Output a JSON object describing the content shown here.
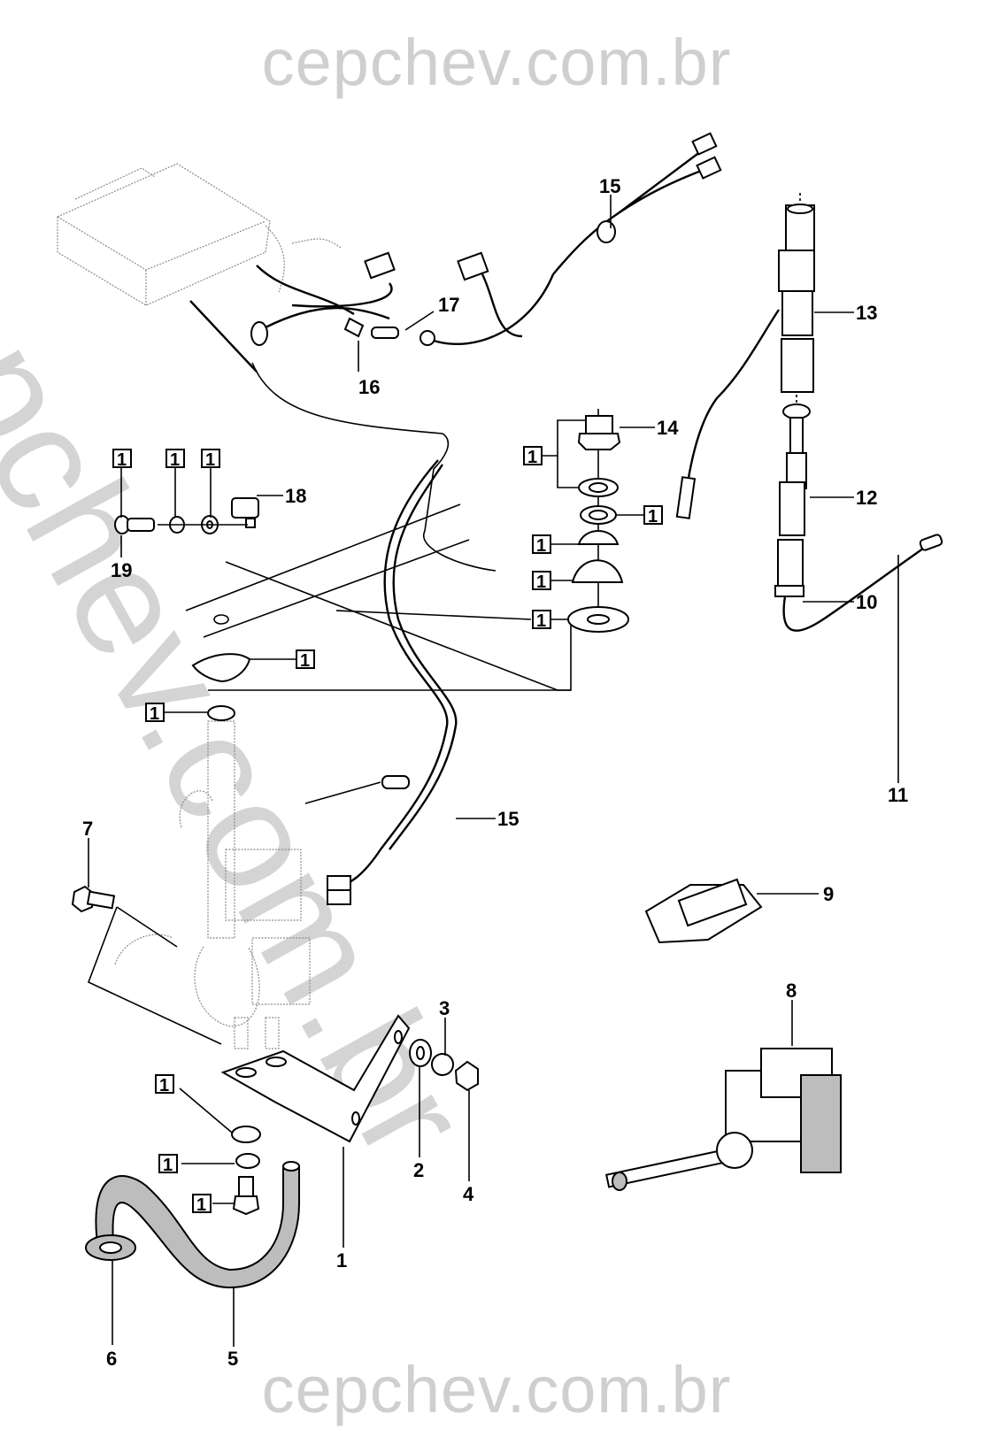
{
  "watermark": {
    "top": "cepchev.com.br",
    "bottom": "cepchev.com.br",
    "diagonal": "cepchev.com.br"
  },
  "diagram": {
    "type": "exploded parts diagram",
    "reference_box_label": "1",
    "callouts": {
      "c1": "1",
      "c2": "2",
      "c3": "3",
      "c4": "4",
      "c5": "5",
      "c6": "6",
      "c7": "7",
      "c8": "8",
      "c9": "9",
      "c10": "10",
      "c11": "11",
      "c12": "12",
      "c13": "13",
      "c14": "14",
      "c15a": "15",
      "c15b": "15",
      "c16": "16",
      "c17": "17",
      "c18": "18",
      "c19": "19"
    },
    "colors": {
      "line": "#000000",
      "watermark": "#cfcfcf",
      "ghost": "#8a8a8a"
    }
  }
}
